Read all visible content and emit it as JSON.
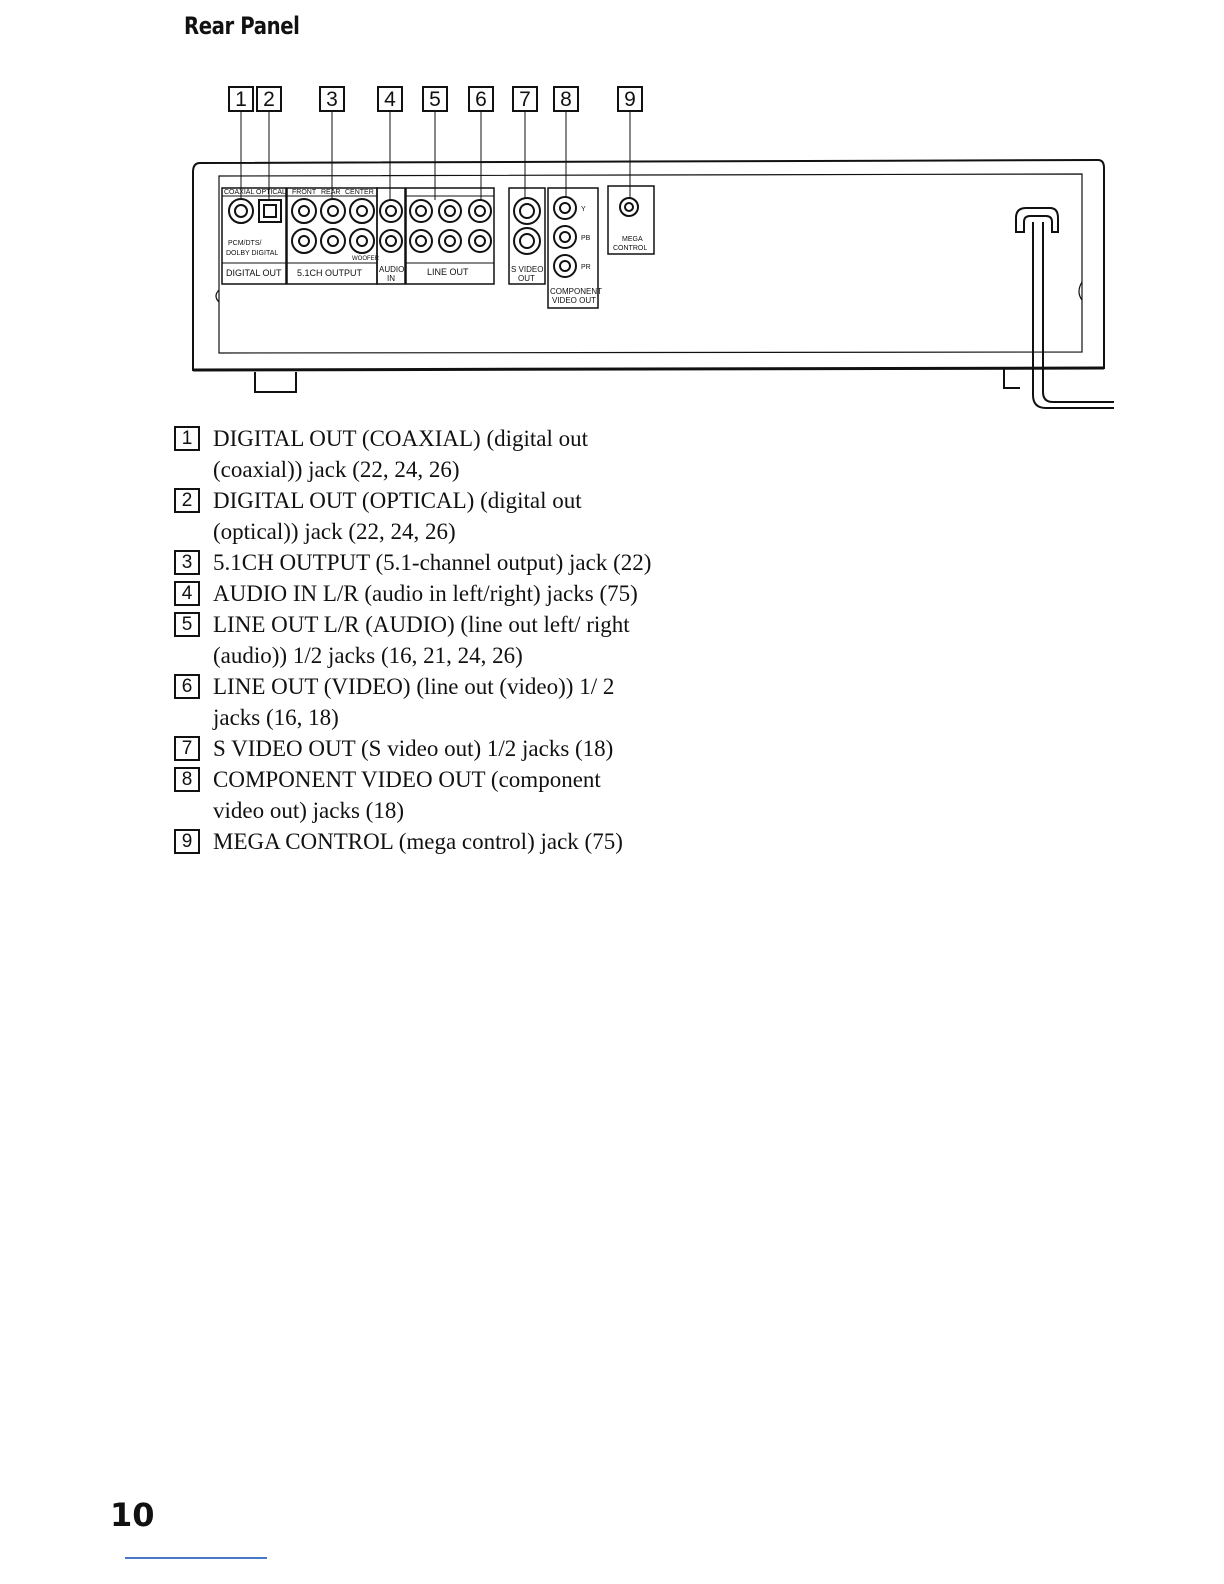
{
  "page": {
    "heading": "Rear Panel",
    "number": "10"
  },
  "panel": {
    "callouts": [
      "1",
      "2",
      "3",
      "4",
      "5",
      "6",
      "7",
      "8",
      "9"
    ],
    "labels": {
      "coaxial": "COAXIAL",
      "optical": "OPTICAL",
      "front": "FRONT",
      "rear": "REAR",
      "center": "CENTER",
      "pcm_line1": "PCM/DTS/",
      "pcm_line2": "DOLBY DIGITAL",
      "digital_out": "DIGITAL OUT",
      "ch_output": "5.1CH OUTPUT",
      "woofer": "WOOFER",
      "audio_in_1": "AUDIO",
      "audio_in_2": "IN",
      "line_out": "LINE OUT",
      "s_video_1": "S VIDEO",
      "s_video_2": "OUT",
      "y": "Y",
      "pb": "PB",
      "pr": "PR",
      "component_1": "COMPONENT",
      "component_2": "VIDEO OUT",
      "mega_1": "MEGA",
      "mega_2": "CONTROL"
    }
  },
  "legend": [
    {
      "num": "1",
      "text": "DIGITAL OUT (COAXIAL) (digital out (coaxial)) jack (22, 24, 26)"
    },
    {
      "num": "2",
      "text": "DIGITAL OUT (OPTICAL) (digital out (optical)) jack (22, 24, 26)"
    },
    {
      "num": "3",
      "text": "5.1CH OUTPUT (5.1-channel output) jack (22)"
    },
    {
      "num": "4",
      "text": "AUDIO IN L/R (audio in left/right) jacks (75)"
    },
    {
      "num": "5",
      "text": "LINE OUT L/R (AUDIO) (line out left/ right (audio)) 1/2 jacks (16, 21, 24, 26)"
    },
    {
      "num": "6",
      "text": "LINE OUT (VIDEO) (line out (video)) 1/ 2 jacks (16, 18)"
    },
    {
      "num": "7",
      "text": "S VIDEO OUT (S video out) 1/2 jacks (18)"
    },
    {
      "num": "8",
      "text": "COMPONENT VIDEO OUT (component video out) jacks (18)"
    },
    {
      "num": "9",
      "text": "MEGA CONTROL (mega control) jack (75)"
    }
  ]
}
